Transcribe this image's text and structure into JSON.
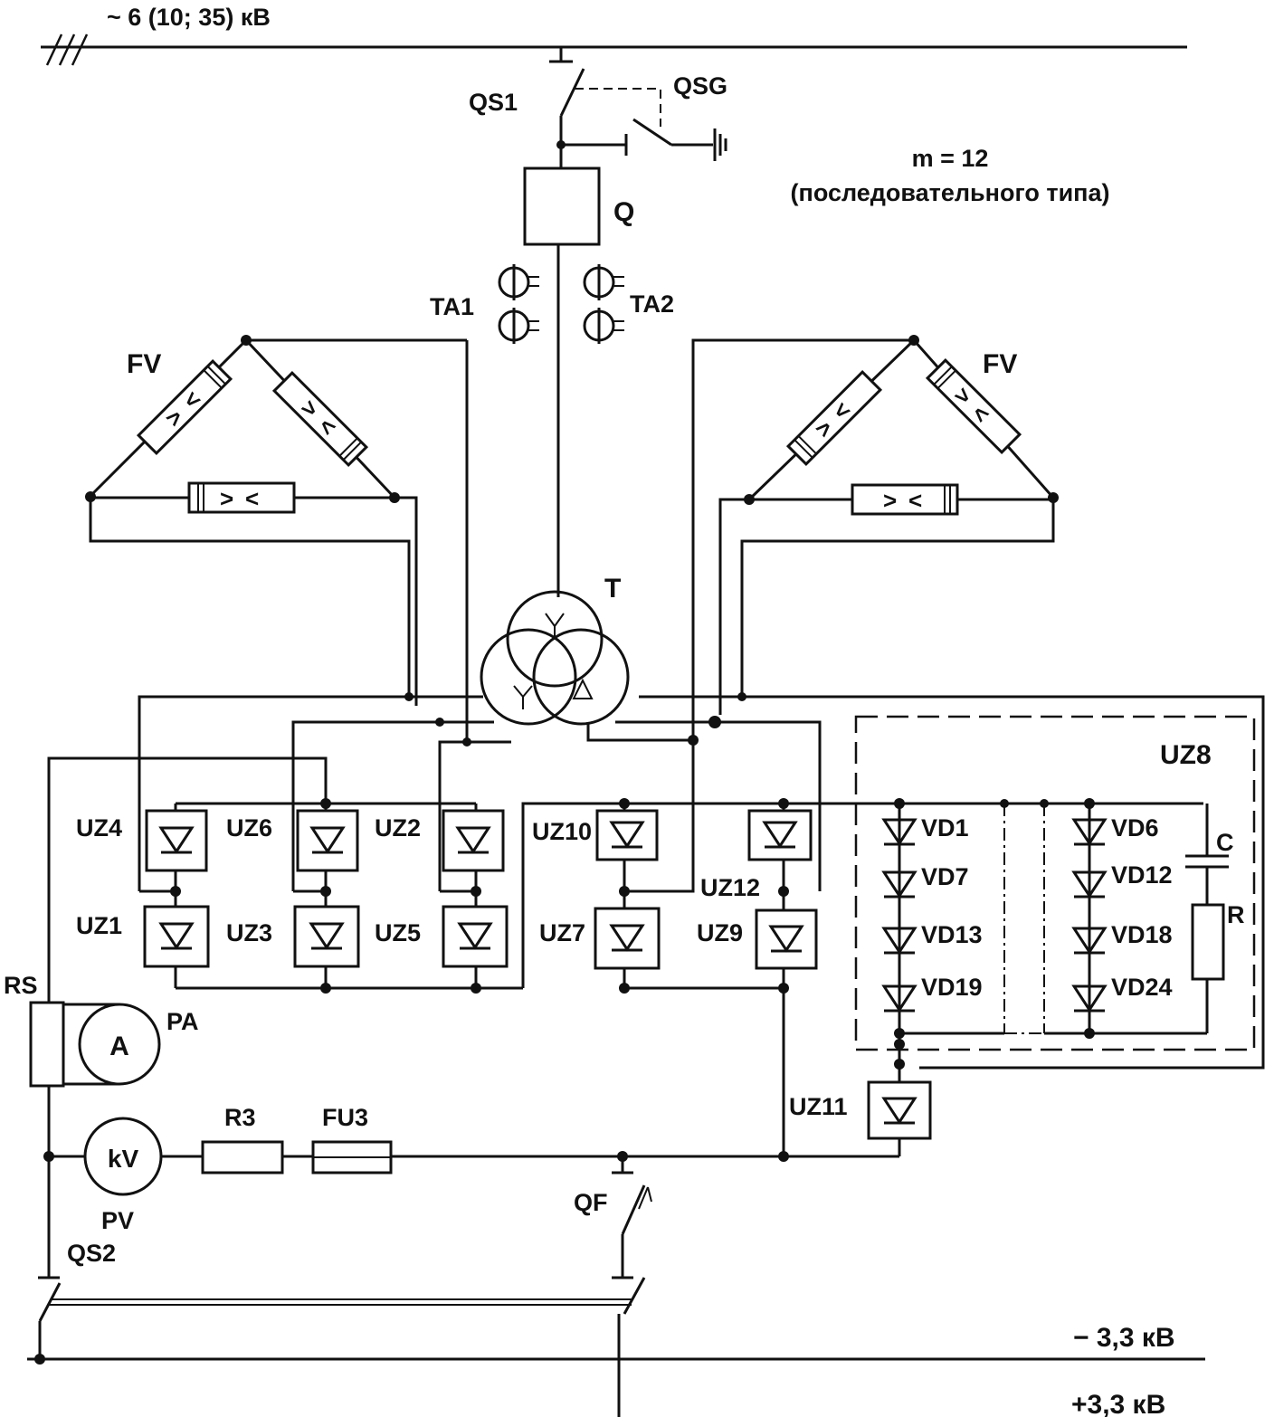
{
  "labels": {
    "supply": "~ 6 (10; 35) кВ",
    "qs1": "QS1",
    "qsg": "QSG",
    "q": "Q",
    "ta1": "TA1",
    "ta2": "TA2",
    "fv_left": "FV",
    "fv_right": "FV",
    "t": "T",
    "note_m": "m = 12",
    "note_type": "(последовательного типа)",
    "uz8": "UZ8",
    "uz1": "UZ1",
    "uz2": "UZ2",
    "uz3": "UZ3",
    "uz4": "UZ4",
    "uz5": "UZ5",
    "uz6": "UZ6",
    "uz7": "UZ7",
    "uz9": "UZ9",
    "uz10": "UZ10",
    "uz11": "UZ11",
    "uz12": "UZ12",
    "vd1": "VD1",
    "vd7": "VD7",
    "vd13": "VD13",
    "vd19": "VD19",
    "vd6": "VD6",
    "vd12": "VD12",
    "vd18": "VD18",
    "vd24": "VD24",
    "c": "C",
    "r": "R",
    "rs": "RS",
    "pa": "PA",
    "a_meter": "A",
    "kv_meter": "kV",
    "pv": "PV",
    "r3": "R3",
    "fu3": "FU3",
    "qf": "QF",
    "qs2": "QS2",
    "minus_bus": "− 3,3 кВ",
    "plus_bus": "+3,3 кВ"
  }
}
